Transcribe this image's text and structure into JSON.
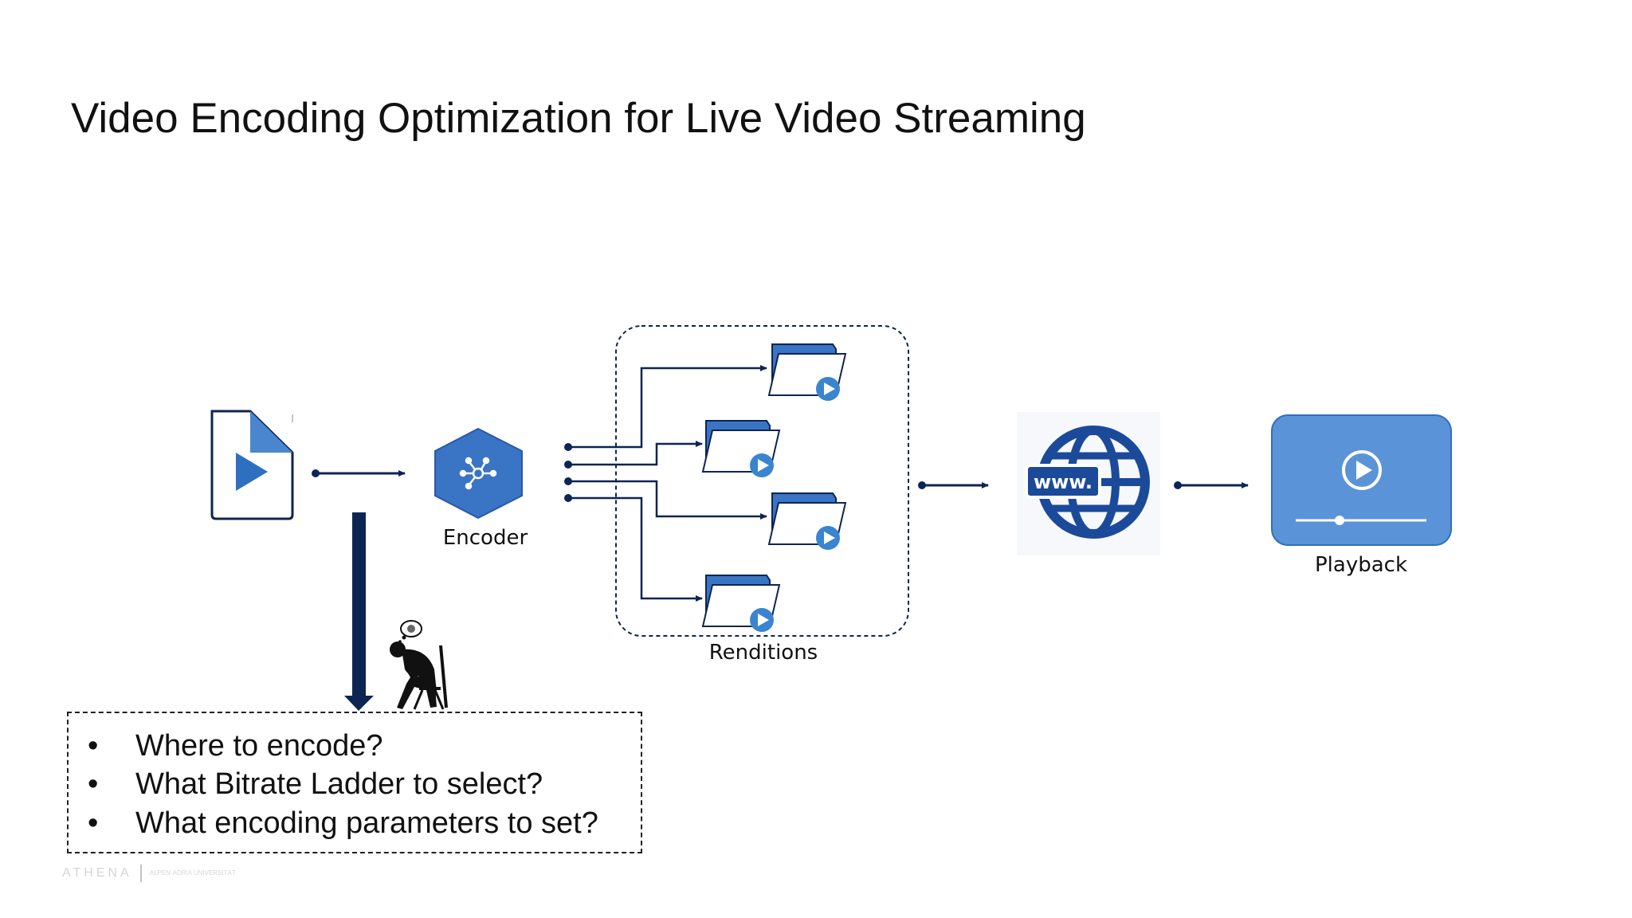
{
  "slide": {
    "title": "Video Encoding Optimization for Live Video Streaming"
  },
  "diagram": {
    "nodes": [
      {
        "id": "source",
        "label": "",
        "icon": "video-file-icon"
      },
      {
        "id": "encoder",
        "label": "Encoder",
        "icon": "encoder-hexagon-icon"
      },
      {
        "id": "renditions",
        "label": "Renditions",
        "icon": "folder-play-icon"
      },
      {
        "id": "web",
        "label": "",
        "icon": "www-globe-icon"
      },
      {
        "id": "playback",
        "label": "Playback",
        "icon": "player-icon"
      }
    ],
    "edges": [
      {
        "from": "source",
        "to": "encoder"
      },
      {
        "from": "encoder",
        "to": "renditions"
      },
      {
        "from": "renditions",
        "to": "web"
      },
      {
        "from": "web",
        "to": "playback"
      },
      {
        "from": "source",
        "to": "questions"
      }
    ],
    "questions": [
      "Where to encode?",
      "What Bitrate Ladder to select?",
      "What encoding parameters to set?"
    ],
    "bullet": "•"
  },
  "footer": {
    "logo_text": "ATHENA",
    "university": "ALPEN-ADRIA UNIVERSITÄT"
  },
  "colors": {
    "icon_blue": "#3a74c4",
    "icon_light": "#5b93d8",
    "navy": "#0d2552",
    "globe": "#1c4a9a",
    "player": "#5b93d8"
  }
}
